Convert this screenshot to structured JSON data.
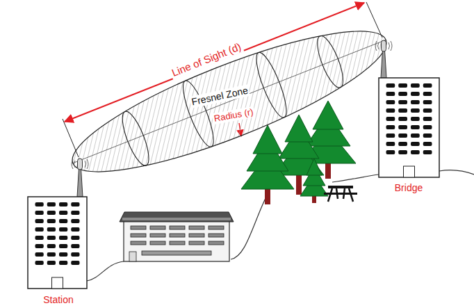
{
  "diagram": {
    "nodes": [
      {
        "text": [
          "Fresnel Zone"
        ]
      },
      {
        "text": [
          "Bridge"
        ]
      },
      {
        "text": [
          "Station"
        ]
      }
    ],
    "labels": [
      "Line of Sight (d)",
      "Radius (r)"
    ]
  }
}
